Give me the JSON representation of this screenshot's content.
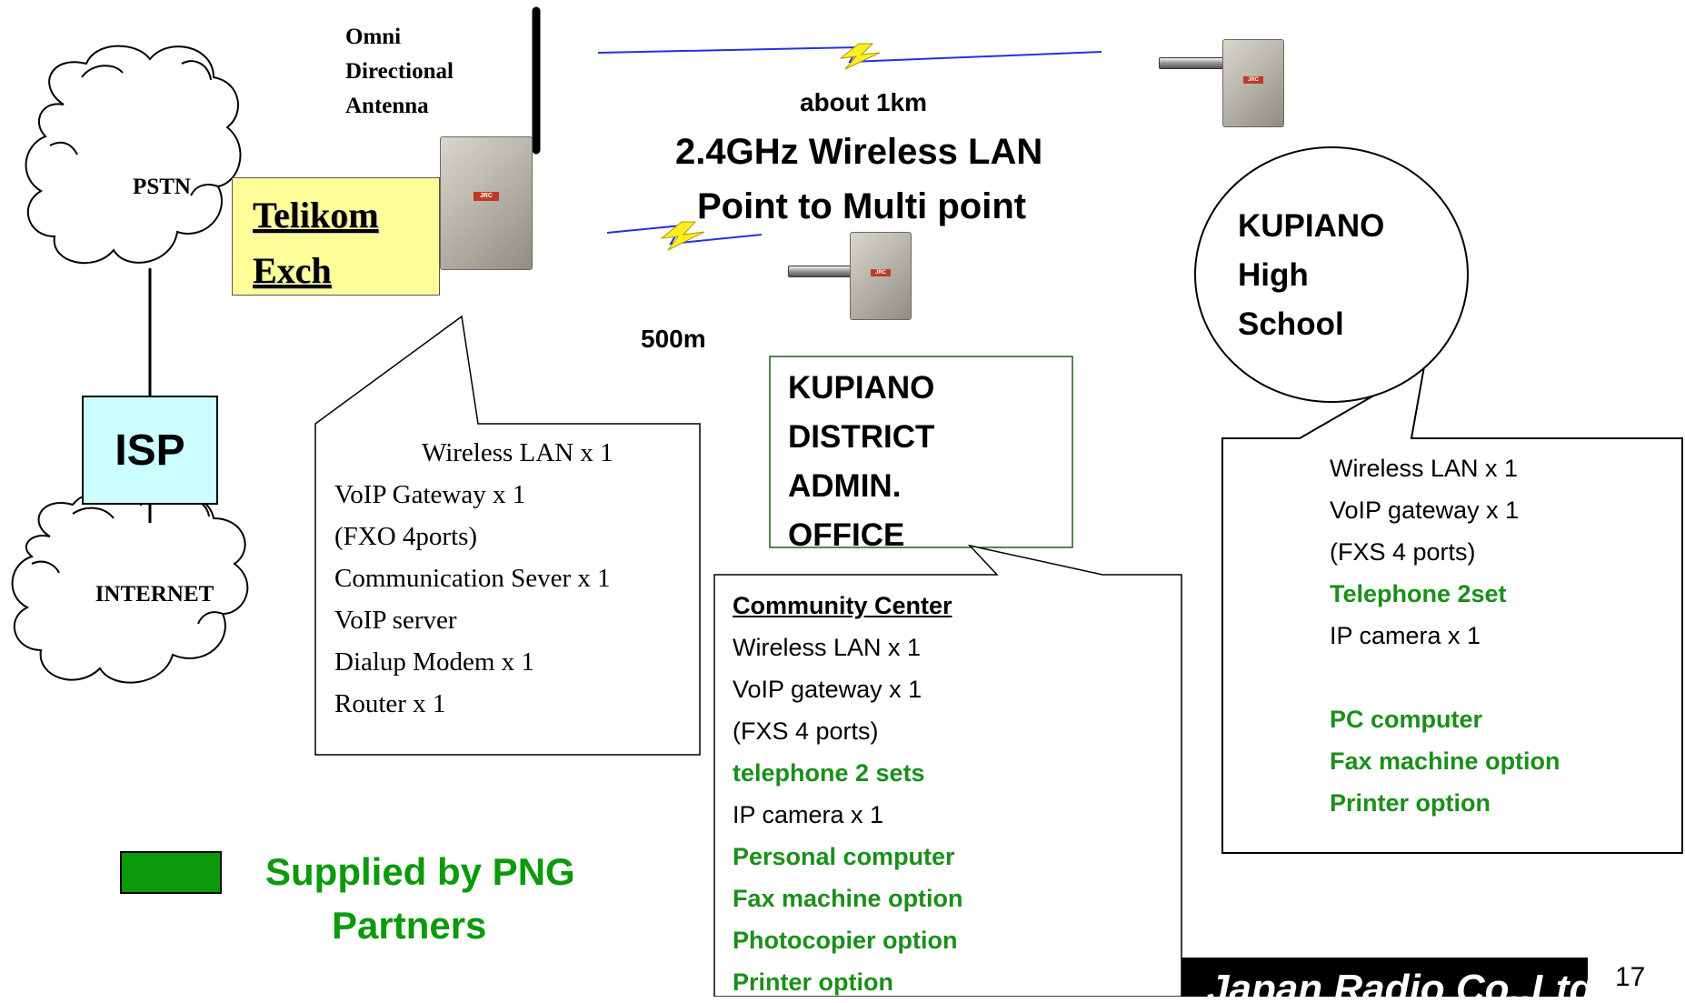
{
  "clouds": {
    "pstn": "PSTN",
    "internet": "INTERNET"
  },
  "isp": "ISP",
  "telikom": {
    "line1": "Telikom",
    "line2": "Exch"
  },
  "antenna": {
    "line1": "Omni",
    "line2": "Directional",
    "line3": "Antenna"
  },
  "link": {
    "distance_top": "about 1km",
    "title_line1": "2.4GHz Wireless LAN",
    "title_line2": "Point to Multi point",
    "distance_short": "500m"
  },
  "device_logo": "JRC",
  "exchange_equipment": [
    "Wireless LAN x 1",
    "VoIP Gateway x 1",
    "(FXO 4ports)",
    "Communication Sever x 1",
    "VoIP server",
    "Dialup Modem x 1",
    "Router x 1"
  ],
  "district_office": [
    "KUPIANO",
    "DISTRICT",
    "ADMIN.",
    "OFFICE"
  ],
  "community_center": {
    "title": "Community Center",
    "items": [
      {
        "text": "Wireless LAN x 1",
        "png": false
      },
      {
        "text": "VoIP gateway x 1",
        "png": false
      },
      {
        "text": "(FXS 4 ports)",
        "png": false
      },
      {
        "text": "telephone 2 sets",
        "png": true
      },
      {
        "text": "IP camera x 1",
        "png": false
      },
      {
        "text": "Personal computer",
        "png": true
      },
      {
        "text": "Fax machine option",
        "png": true
      },
      {
        "text": "Photocopier option",
        "png": true
      },
      {
        "text": "Printer option",
        "png": true
      }
    ]
  },
  "high_school": {
    "name": [
      "KUPIANO",
      "High",
      "School"
    ],
    "items": [
      {
        "text": "Wireless LAN x 1",
        "png": false
      },
      {
        "text": "VoIP gateway x 1",
        "png": false
      },
      {
        "text": "(FXS 4 ports)",
        "png": false
      },
      {
        "text": "Telephone 2set",
        "png": true
      },
      {
        "text": "IP camera x 1",
        "png": false
      },
      {
        "text": "",
        "png": false
      },
      {
        "text": "PC computer",
        "png": true
      },
      {
        "text": "Fax machine option",
        "png": true
      },
      {
        "text": "Printer option",
        "png": true
      }
    ]
  },
  "legend": {
    "line1": "Supplied by PNG",
    "line2": "Partners",
    "color": "#0a9a0a"
  },
  "footer": {
    "company": "Japan Radio Co.,Ltd",
    "page_number": "17"
  },
  "colors": {
    "png_green": "#1a8f1a",
    "isp_box": "#ccffff",
    "telikom_box": "#ffff99",
    "signal_line": "#2233dd",
    "signal_bolt": "#ffee22"
  }
}
